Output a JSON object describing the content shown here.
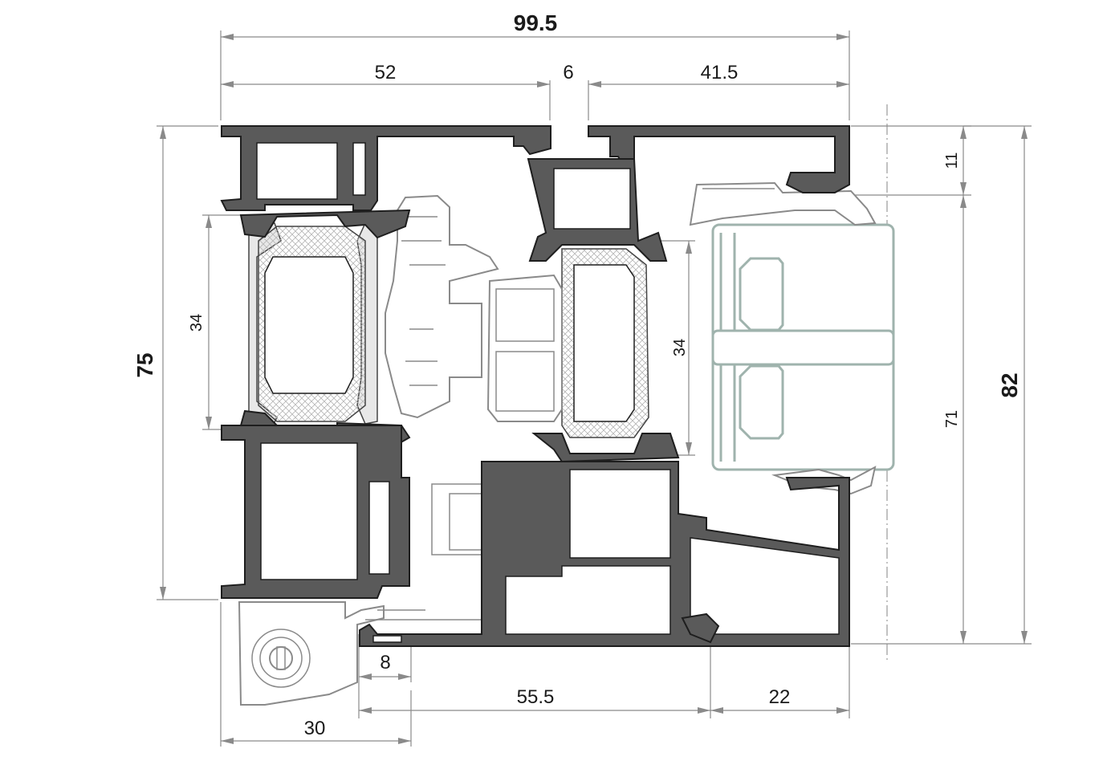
{
  "dimensions": {
    "overall_width": "99.5",
    "top_left": "52",
    "top_gap": "6",
    "top_right": "41.5",
    "left_height": "75",
    "left_inner": "34",
    "center_inner": "34",
    "right_top": "11",
    "right_inner": "71",
    "right_height": "82",
    "bottom_small": "8",
    "bottom_mid": "55.5",
    "bottom_right": "22",
    "bottom_left": "30"
  }
}
